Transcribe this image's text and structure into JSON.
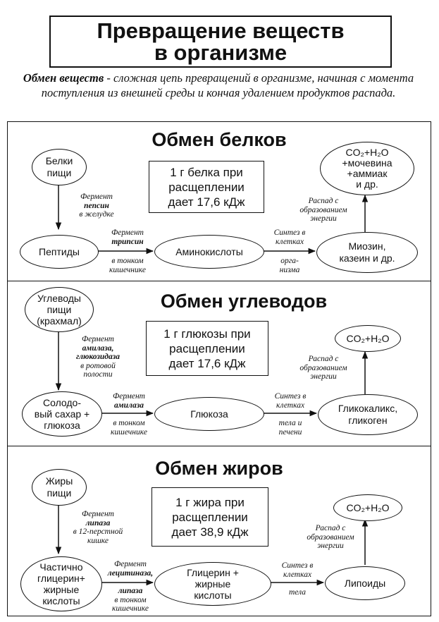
{
  "title": {
    "line1": "Превращение веществ",
    "line2": "в организме"
  },
  "intro": {
    "term": "Обмен веществ",
    "text": " - сложная цепь превращений в организме, начиная с момента поступления из внешней среды и кончая удалением продуктов распада."
  },
  "proteins": {
    "title": "Обмен белков",
    "food": [
      "Белки",
      "пищи"
    ],
    "step1_note": {
      "l1": "Фермент",
      "enzyme": "пепсин",
      "l3": "в желудке"
    },
    "intermediate": "Пептиды",
    "step2_note_top": {
      "l1": "Фермент",
      "enzyme": "трипсин"
    },
    "step2_note_bottom": [
      "в тонком",
      "кишечнике"
    ],
    "product": "Аминокислоты",
    "step3_note_top": [
      "Синтез в",
      "клетках"
    ],
    "step3_note_bottom": [
      "орга-",
      "низма"
    ],
    "synthesized": [
      "Миозин,",
      "казеин и др."
    ],
    "decay_note": [
      "Распад с",
      "образованием",
      "энергии"
    ],
    "end_products": [
      "CO₂+H₂O",
      "+мочевина",
      "+аммиак",
      "и др."
    ],
    "fact": [
      "1 г белка при",
      "расщеплении",
      "дает 17,6 кДж"
    ]
  },
  "carbs": {
    "title": "Обмен углеводов",
    "food": [
      "Углеводы",
      "пищи",
      "(крахмал)"
    ],
    "step1_note": {
      "l1": "Фермент",
      "enzyme1": "амилаза,",
      "enzyme2": "глюкозидаза",
      "l4": "в ротовой",
      "l5": "полости"
    },
    "intermediate": [
      "Солодо-",
      "вый сахар +",
      "глюкоза"
    ],
    "step2_note_top": {
      "l1": "Фермент",
      "enzyme": "амилаза"
    },
    "step2_note_bottom": [
      "в тонком",
      "кишечнике"
    ],
    "product": "Глюкоза",
    "step3_note_top": [
      "Синтез в",
      "клетках"
    ],
    "step3_note_bottom": [
      "тела и",
      "печени"
    ],
    "synthesized": [
      "Гликокаликс,",
      "гликоген"
    ],
    "decay_note": [
      "Распад с",
      "образованием",
      "энергии"
    ],
    "end_products": [
      "CO₂+H₂O"
    ],
    "fact": [
      "1 г глюкозы при",
      "расщеплении",
      "дает 17,6 кДж"
    ]
  },
  "fats": {
    "title": "Обмен жиров",
    "food": [
      "Жиры",
      "пищи"
    ],
    "step1_note": {
      "l1": "Фермент",
      "enzyme": "липаза",
      "l3": "в 12-перстной",
      "l4": "кишке"
    },
    "intermediate": [
      "Частично",
      "глицерин+",
      "жирные",
      "кислоты"
    ],
    "step2_note_top": {
      "l1": "Фермент",
      "enzyme": "лецитиназа,"
    },
    "step2_note_bottom": {
      "enzyme": "липаза",
      "l2": "в тонком",
      "l3": "кишечнике"
    },
    "product": [
      "Глицерин +",
      "жирные",
      "кислоты"
    ],
    "step3_note_top": [
      "Синтез в",
      "клетках"
    ],
    "step3_note_bottom": [
      "тела"
    ],
    "synthesized": "Липоиды",
    "decay_note": [
      "Распад с",
      "образованием",
      "энергии"
    ],
    "end_products": [
      "CO₂+H₂O"
    ],
    "fact": [
      "1 г жира при",
      "расщеплении",
      "дает 38,9 кДж"
    ]
  }
}
